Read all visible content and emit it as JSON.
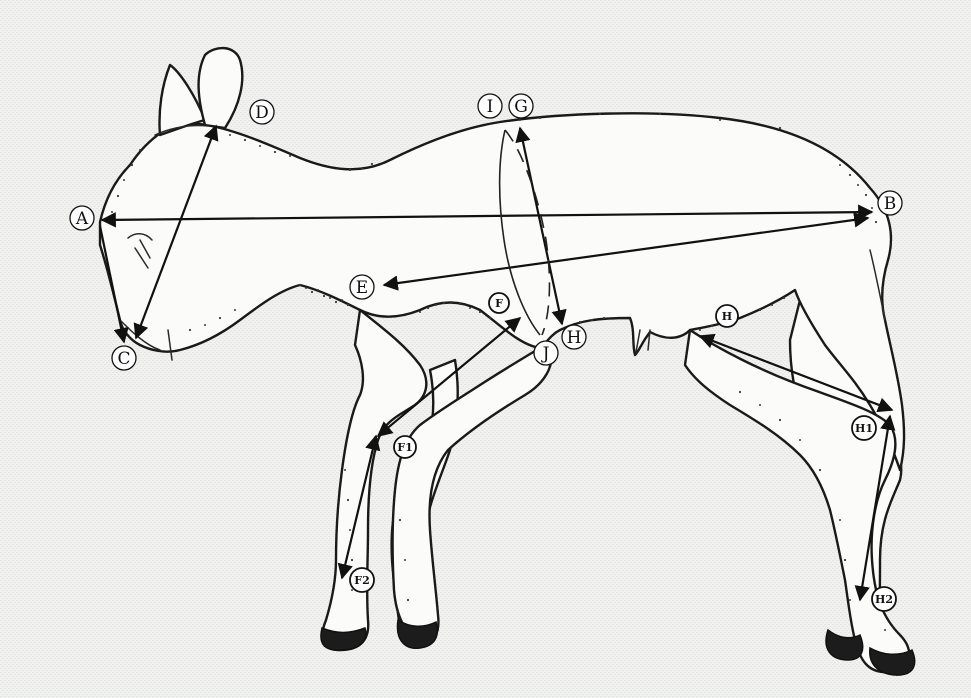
{
  "labels": {
    "A": "A",
    "B": "B",
    "C": "C",
    "D": "D",
    "E": "E",
    "F": "F",
    "F1": "F1",
    "F2": "F2",
    "G": "G",
    "H": "H",
    "H1": "H1",
    "H2": "H2",
    "I": "I",
    "J": "J"
  },
  "colors": {
    "paper": "#eef0ef",
    "ink": "#111111",
    "stipple": "#3b3b3b"
  }
}
